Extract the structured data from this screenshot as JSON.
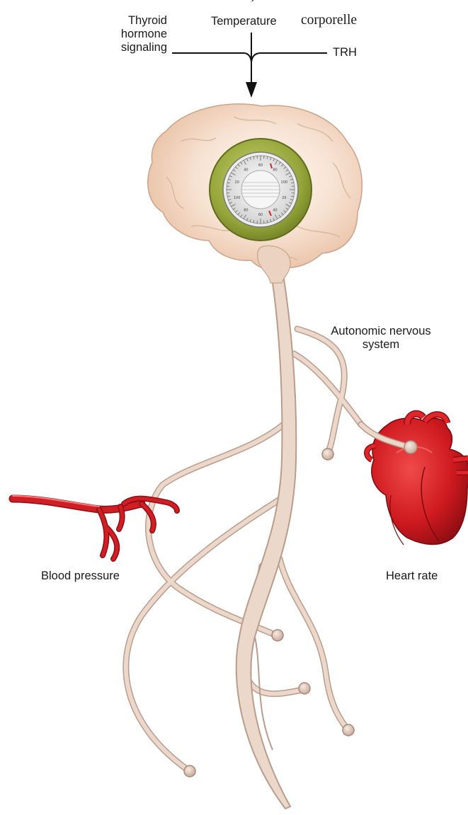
{
  "labels": {
    "thyroid_line1": "Thyroid",
    "thyroid_line2": "hormone",
    "thyroid_line3": "signaling",
    "temperature": "Temperature",
    "corporelle": "corporelle",
    "accent": "´",
    "trh": "TRH",
    "ans_line1": "Autonomic nervous",
    "ans_line2": "system",
    "blood_pressure": "Blood pressure",
    "heart_rate": "Heart rate"
  },
  "dial_ticks": [
    "20",
    "40",
    "60",
    "80",
    "100",
    "20",
    "40",
    "60",
    "80",
    "100"
  ],
  "icons": [
    "brain",
    "thermostat-dial",
    "nerve-trunk",
    "heart",
    "blood-vessel",
    "arrow-down"
  ],
  "colors": {
    "nerve": "#ead4c6",
    "nerve_edge": "#b99c8c",
    "brain": "#f2d6c2",
    "dial_ring": "#9cab3e",
    "heart": "#d21a1f",
    "vessel": "#c4141b",
    "text": "#1a1a1a"
  }
}
